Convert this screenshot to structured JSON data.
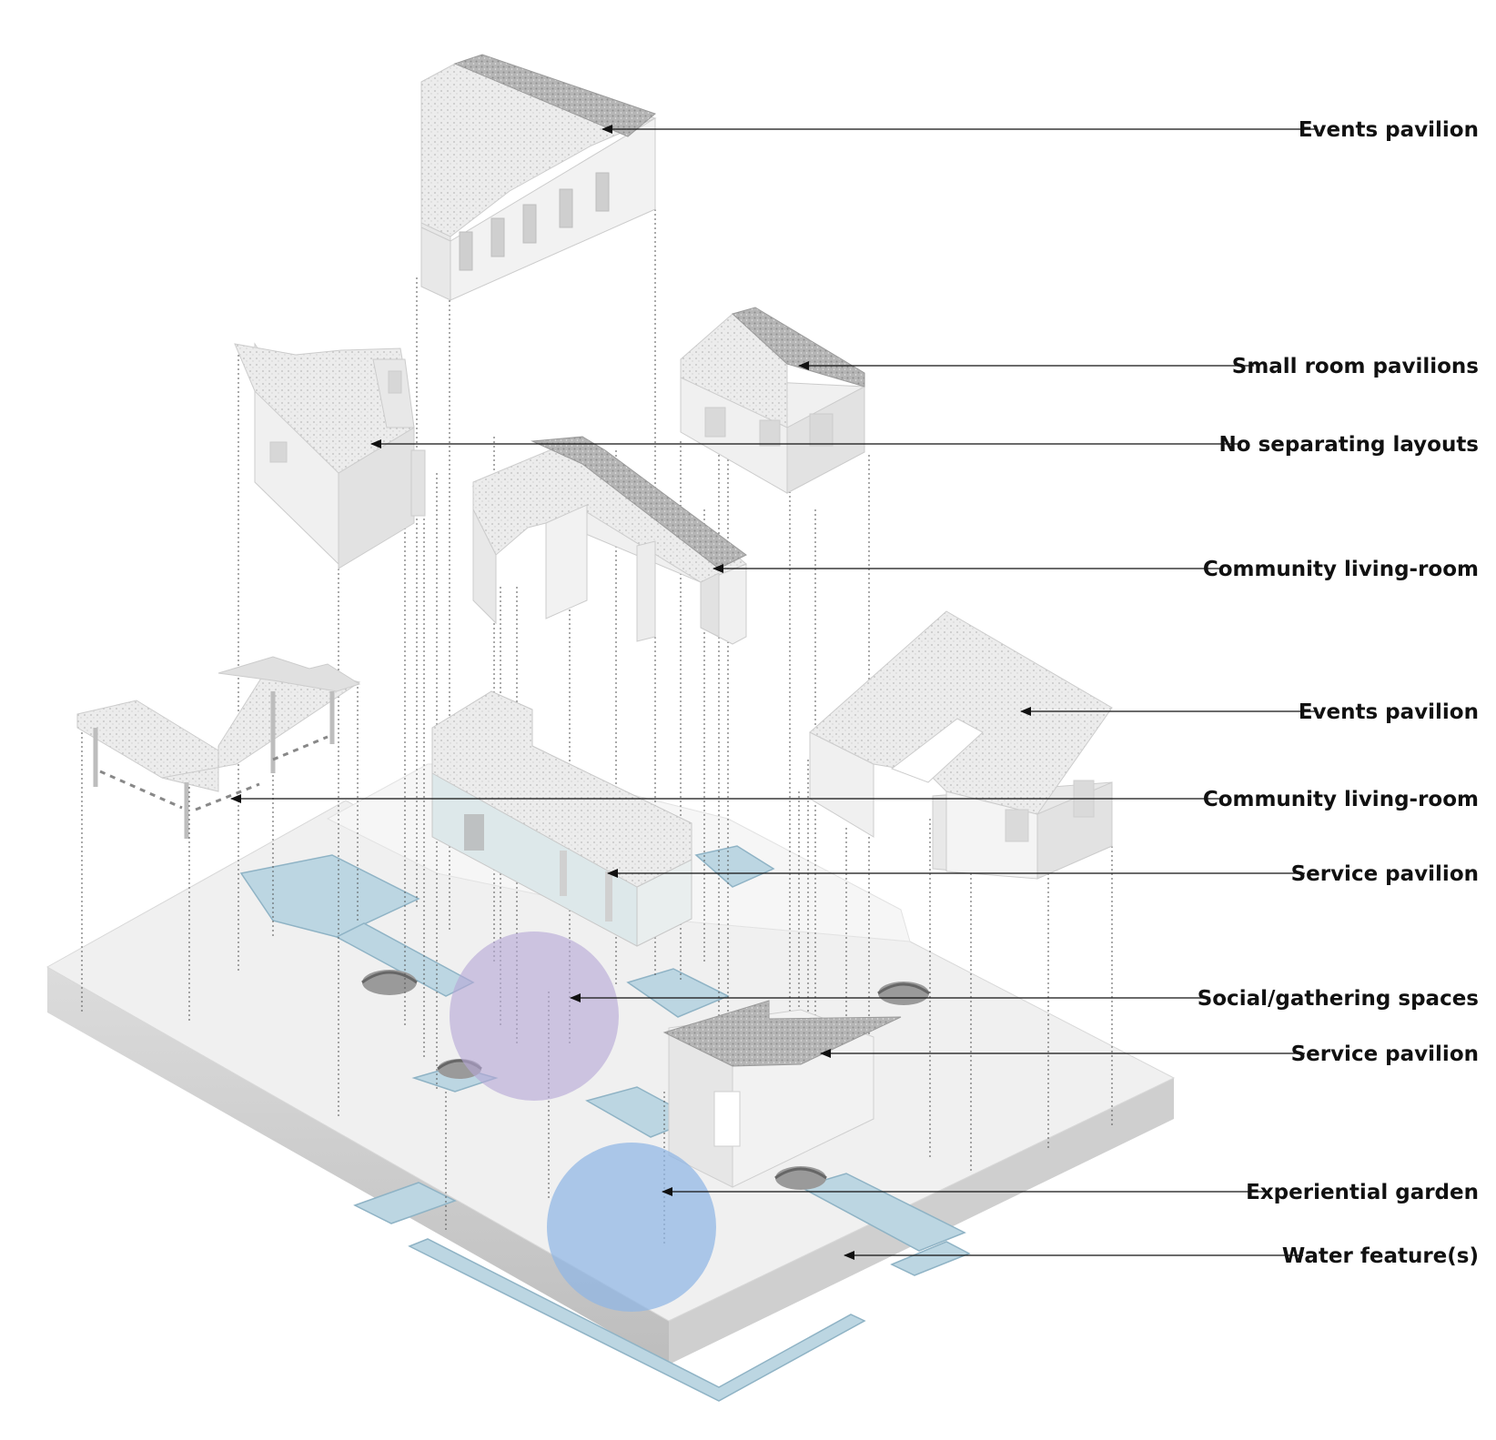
{
  "diagram": {
    "labels": [
      {
        "id": "events-pavilion-top",
        "text": "Events pavilion"
      },
      {
        "id": "small-room-pavilions",
        "text": "Small room pavilions"
      },
      {
        "id": "no-separating-layouts",
        "text": "No separating layouts"
      },
      {
        "id": "community-living-room-upper",
        "text": "Community living-room"
      },
      {
        "id": "events-pavilion-right",
        "text": "Events pavilion"
      },
      {
        "id": "community-living-room-lower",
        "text": "Community living-room"
      },
      {
        "id": "service-pavilion-upper",
        "text": "Service pavilion"
      },
      {
        "id": "social-gathering-spaces",
        "text": "Social/gathering spaces"
      },
      {
        "id": "service-pavilion-lower",
        "text": "Service pavilion"
      },
      {
        "id": "experiential-garden",
        "text": "Experiential garden"
      },
      {
        "id": "water-feature",
        "text": "Water feature(s)"
      }
    ],
    "zones": [
      {
        "id": "social-gathering-zone",
        "color": "#b7a8d6"
      },
      {
        "id": "experiential-garden-zone",
        "color": "#8fb6e4"
      }
    ],
    "colors": {
      "water": "#bcd6e2",
      "water_edge": "#8fb3c5",
      "roof": "#a9a9a9",
      "wall": "#f1f1f1",
      "ground": "#ededed",
      "leader_line": "#111111"
    }
  }
}
